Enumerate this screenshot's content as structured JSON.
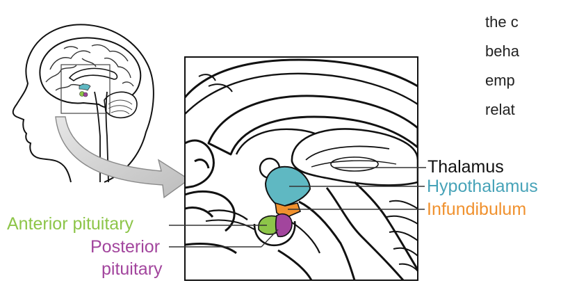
{
  "side_text": {
    "line1": "the c",
    "line2": "beha",
    "line3": "emp",
    "line4": "relat"
  },
  "labels": {
    "thalamus": "Thalamus",
    "hypothalamus": "Hypothalamus",
    "infundibulum": "Infundibulum",
    "anterior_pituitary": "Anterior pituitary",
    "posterior_pituitary_line1": "Posterior",
    "posterior_pituitary_line2": "pituitary"
  },
  "colors": {
    "thalamus": "#111111",
    "hypothalamus": "#47a3b8",
    "hypothalamus_fill": "#5fb8c2",
    "infundibulum": "#f0912e",
    "anterior_pituitary": "#8dc549",
    "posterior_pituitary": "#a2459d",
    "arrow_fill": "#c9c9c9"
  }
}
